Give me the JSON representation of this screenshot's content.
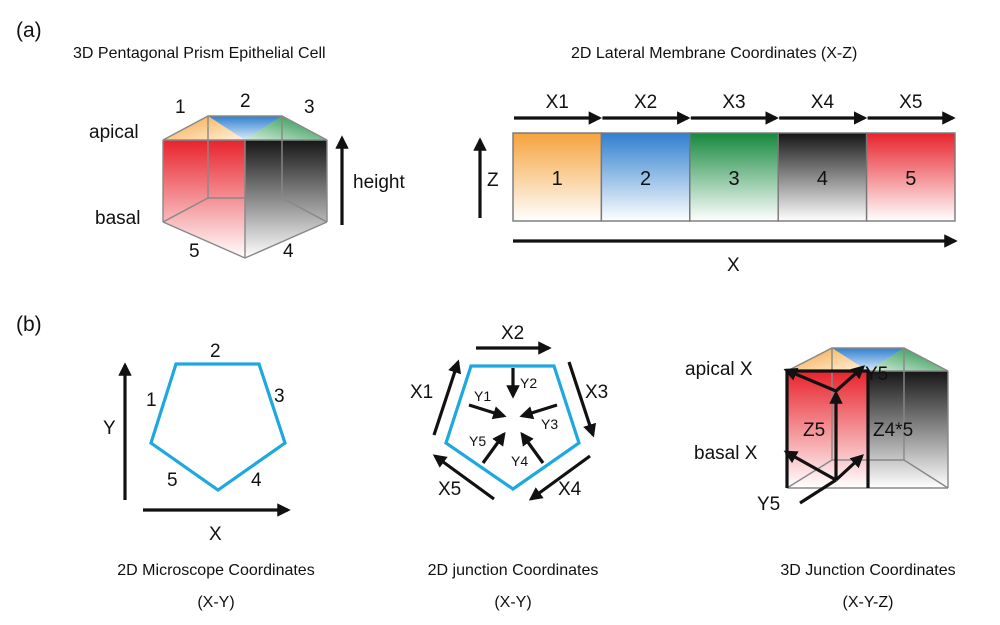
{
  "panel_labels": {
    "a": "(a)",
    "b": "(b)"
  },
  "titles": {
    "prism": "3D Pentagonal Prism Epithelial Cell",
    "lateral": "2D Lateral Membrane Coordinates (X-Z)",
    "micro_l1": "2D Microscope Coordinates",
    "micro_l2": "(X-Y)",
    "junction_l1": "2D junction Coordinates",
    "junction_l2": "(X-Y)",
    "junction3d_l1": "3D Junction Coordinates",
    "junction3d_l2": "(X-Y-Z)"
  },
  "prism": {
    "apical": "apical",
    "basal": "basal",
    "height": "height",
    "faces": [
      "1",
      "2",
      "3",
      "4",
      "5"
    ]
  },
  "lateral": {
    "segments": [
      {
        "top": "X1",
        "label": "1",
        "color": "#f5a33c"
      },
      {
        "top": "X2",
        "label": "2",
        "color": "#2f7fd0"
      },
      {
        "top": "X3",
        "label": "3",
        "color": "#15893d"
      },
      {
        "top": "X4",
        "label": "4",
        "color": "#161616"
      },
      {
        "top": "X5",
        "label": "5",
        "color": "#e8232c"
      }
    ],
    "z_axis": "Z",
    "x_axis": "X"
  },
  "micro": {
    "sides": [
      "1",
      "2",
      "3",
      "4",
      "5"
    ],
    "x_axis": "X",
    "y_axis": "Y"
  },
  "junction": {
    "outer": [
      "X1",
      "X2",
      "X3",
      "X4",
      "X5"
    ],
    "inner": [
      "Y1",
      "Y2",
      "Y3",
      "Y4",
      "Y5"
    ]
  },
  "junction3d": {
    "apical_x": "apical X",
    "basal_x": "basal X",
    "y5_top": "Y5",
    "y5_bottom": "Y5",
    "z5": "Z5",
    "z45": "Z4*5"
  },
  "colors": {
    "orange": "#f5a33c",
    "blue": "#2f7fd0",
    "green": "#15893d",
    "black": "#161616",
    "red": "#e8232c",
    "cyan": "#1ea8e0"
  }
}
